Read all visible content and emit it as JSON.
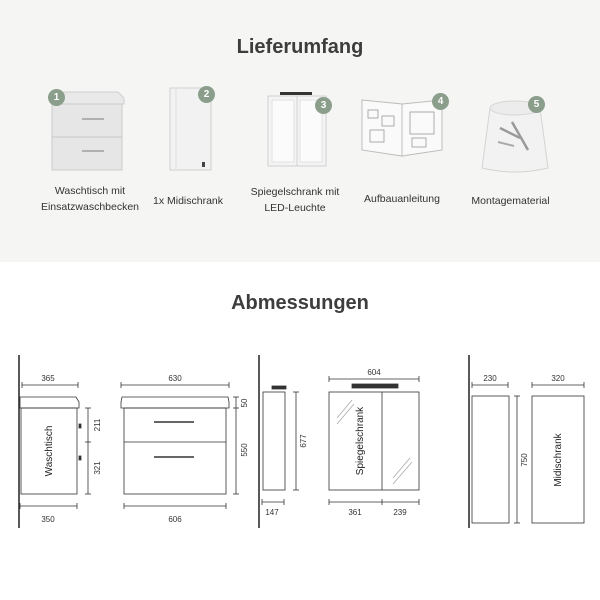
{
  "section_delivery": {
    "title": "Lieferumfang",
    "items": [
      {
        "number": "1",
        "label_line1": "Waschtisch mit",
        "label_line2": "Einsatzwaschbecken"
      },
      {
        "number": "2",
        "label_line1": "1x Midischrank",
        "label_line2": ""
      },
      {
        "number": "3",
        "label_line1": "Spiegelschrank mit",
        "label_line2": "LED-Leuchte"
      },
      {
        "number": "4",
        "label_line1": "Aufbauanleitung",
        "label_line2": ""
      },
      {
        "number": "5",
        "label_line1": "Montagematerial",
        "label_line2": ""
      }
    ]
  },
  "section_dimensions": {
    "title": "Abmessungen",
    "waschtisch": {
      "name": "Waschtisch",
      "depth_top": "365",
      "depth_bottom": "350",
      "h_upper": "211",
      "h_lower": "321"
    },
    "front": {
      "width_top": "630",
      "width_bottom": "606",
      "h_top": "50",
      "h_total": "550"
    },
    "mirror_side": {
      "height": "677",
      "depth": "147"
    },
    "mirror_front": {
      "name": "Spiegelschrank",
      "width": "604",
      "w_left": "361",
      "w_right": "239"
    },
    "midi": {
      "name": "Midischrank",
      "depth": "230",
      "width": "320",
      "height": "750"
    }
  },
  "colors": {
    "badge": "#8a9e8b",
    "top_bg": "#f5f5f4"
  }
}
